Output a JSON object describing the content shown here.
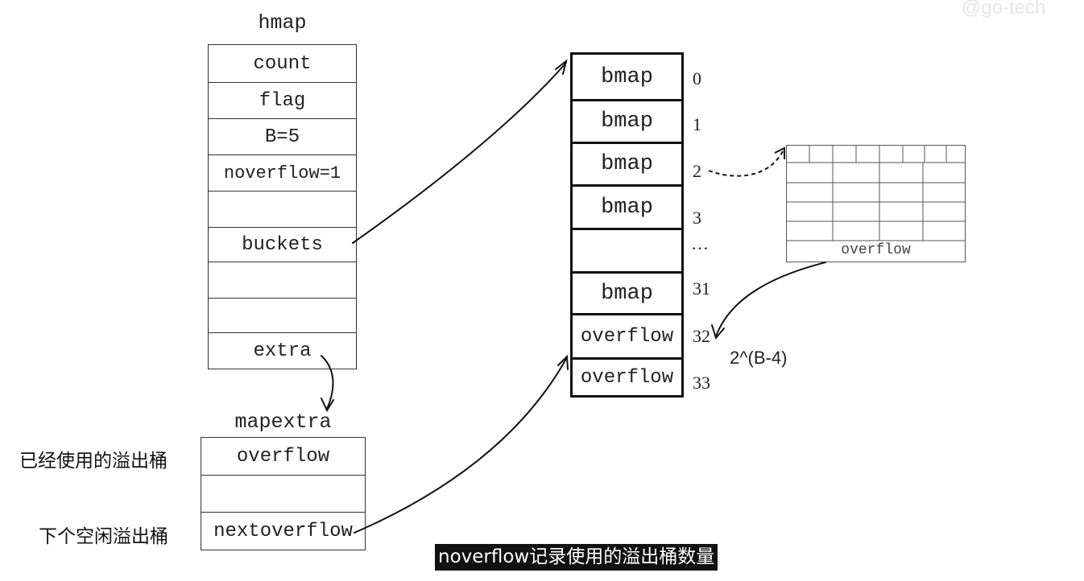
{
  "hmap": {
    "title": "hmap",
    "fields": [
      "count",
      "flag",
      "B=5",
      "noverflow=1",
      "",
      "buckets",
      "",
      "",
      "extra"
    ]
  },
  "mapextra": {
    "title": "mapextra",
    "fields": [
      "overflow",
      "",
      "nextoverflow"
    ],
    "labels": [
      "已经使用的溢出桶",
      "",
      "下个空闲溢出桶"
    ]
  },
  "buckets": {
    "cells": [
      "bmap",
      "bmap",
      "bmap",
      "bmap",
      "",
      "bmap",
      "overflow",
      "overflow"
    ],
    "indices": [
      "0",
      "1",
      "2",
      "3",
      "…",
      "31",
      "32",
      "33"
    ]
  },
  "bmap_struct": {
    "overflow_label": "overflow"
  },
  "annotation": "2^(B-4)",
  "subtitle": "noverflow记录使用的溢出桶数量",
  "watermark": "@go-tech"
}
